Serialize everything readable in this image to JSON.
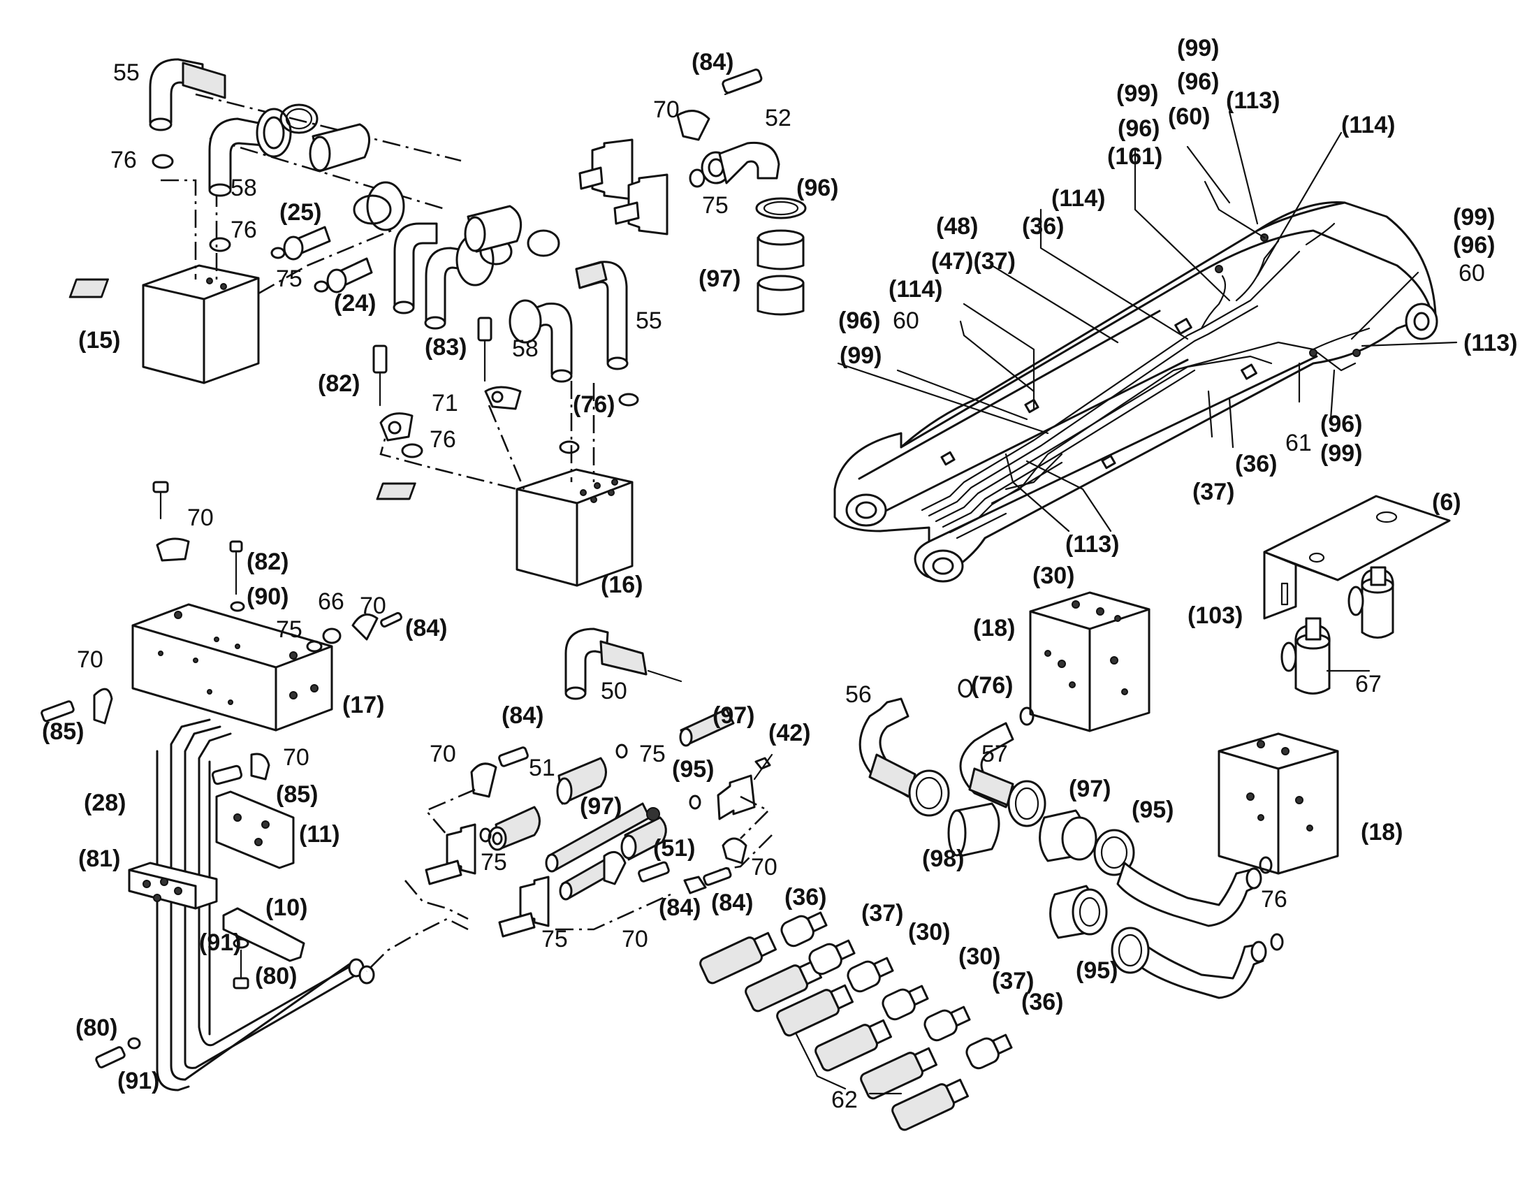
{
  "callouts": [
    {
      "id": "c1",
      "text": "55"
    },
    {
      "id": "c2",
      "text": "76"
    },
    {
      "id": "c3",
      "text": "58"
    },
    {
      "id": "c4",
      "text": "(25)"
    },
    {
      "id": "c5",
      "text": "76"
    },
    {
      "id": "c6",
      "text": "75"
    },
    {
      "id": "c7",
      "text": "(24)"
    },
    {
      "id": "c8",
      "text": "(15)"
    },
    {
      "id": "c9",
      "text": "(84)"
    },
    {
      "id": "c10",
      "text": "70"
    },
    {
      "id": "c11",
      "text": "52"
    },
    {
      "id": "c12",
      "text": "75"
    },
    {
      "id": "c13",
      "text": "(96)"
    },
    {
      "id": "c14",
      "text": "(97)"
    },
    {
      "id": "c15",
      "text": "55"
    },
    {
      "id": "c16",
      "text": "58"
    },
    {
      "id": "c17",
      "text": "(83)"
    },
    {
      "id": "c18",
      "text": "(82)"
    },
    {
      "id": "c19",
      "text": "71"
    },
    {
      "id": "c20",
      "text": "(76)"
    },
    {
      "id": "c21",
      "text": "76"
    },
    {
      "id": "c22",
      "text": "(16)"
    },
    {
      "id": "c23",
      "text": "(99)"
    },
    {
      "id": "c24",
      "text": "(96)"
    },
    {
      "id": "c25",
      "text": "(99)"
    },
    {
      "id": "c26",
      "text": "(113)"
    },
    {
      "id": "c27",
      "text": "(96)"
    },
    {
      "id": "c28",
      "text": "(60)"
    },
    {
      "id": "c29",
      "text": "(161)"
    },
    {
      "id": "c30",
      "text": "(114)"
    },
    {
      "id": "c31",
      "text": "(114)"
    },
    {
      "id": "c32",
      "text": "(48)"
    },
    {
      "id": "c33",
      "text": "(36)"
    },
    {
      "id": "c34",
      "text": "(47)(37)"
    },
    {
      "id": "c35",
      "text": "(114)"
    },
    {
      "id": "c36",
      "text": "(96)"
    },
    {
      "id": "c37",
      "text": "60"
    },
    {
      "id": "c38",
      "text": "(99)"
    },
    {
      "id": "c39",
      "text": "(99)"
    },
    {
      "id": "c40",
      "text": "(96)"
    },
    {
      "id": "c41",
      "text": "60"
    },
    {
      "id": "c42",
      "text": "(113)"
    },
    {
      "id": "c43",
      "text": "(96)"
    },
    {
      "id": "c44",
      "text": "61"
    },
    {
      "id": "c45",
      "text": "(99)"
    },
    {
      "id": "c46",
      "text": "(36)"
    },
    {
      "id": "c47",
      "text": "(37)"
    },
    {
      "id": "c48",
      "text": "(113)"
    },
    {
      "id": "c49",
      "text": "(30)"
    },
    {
      "id": "c50",
      "text": "(6)"
    },
    {
      "id": "c51",
      "text": "(103)"
    },
    {
      "id": "c52",
      "text": "67"
    },
    {
      "id": "c53",
      "text": "(18)"
    },
    {
      "id": "c54",
      "text": "56"
    },
    {
      "id": "c55",
      "text": "(76)"
    },
    {
      "id": "c56",
      "text": "57"
    },
    {
      "id": "c57",
      "text": "(97)"
    },
    {
      "id": "c58",
      "text": "(95)"
    },
    {
      "id": "c59",
      "text": "(18)"
    },
    {
      "id": "c60",
      "text": "(98)"
    },
    {
      "id": "c61",
      "text": "76"
    },
    {
      "id": "c62",
      "text": "(95)"
    },
    {
      "id": "c63",
      "text": "70"
    },
    {
      "id": "c64",
      "text": "(82)"
    },
    {
      "id": "c65",
      "text": "(90)"
    },
    {
      "id": "c66",
      "text": "66"
    },
    {
      "id": "c67",
      "text": "75"
    },
    {
      "id": "c68",
      "text": "70"
    },
    {
      "id": "c69",
      "text": "(84)"
    },
    {
      "id": "c70",
      "text": "70"
    },
    {
      "id": "c71",
      "text": "(85)"
    },
    {
      "id": "c72",
      "text": "(17)"
    },
    {
      "id": "c73",
      "text": "70"
    },
    {
      "id": "c74",
      "text": "(85)"
    },
    {
      "id": "c75",
      "text": "(28)"
    },
    {
      "id": "c76",
      "text": "(11)"
    },
    {
      "id": "c77",
      "text": "(81)"
    },
    {
      "id": "c78",
      "text": "(10)"
    },
    {
      "id": "c79",
      "text": "(91)"
    },
    {
      "id": "c80",
      "text": "(80)"
    },
    {
      "id": "c81",
      "text": "(80)"
    },
    {
      "id": "c82",
      "text": "(91)"
    },
    {
      "id": "c83",
      "text": "50"
    },
    {
      "id": "c84",
      "text": "(84)"
    },
    {
      "id": "c85",
      "text": "(97)"
    },
    {
      "id": "c86",
      "text": "(42)"
    },
    {
      "id": "c87",
      "text": "70"
    },
    {
      "id": "c88",
      "text": "51"
    },
    {
      "id": "c89",
      "text": "75"
    },
    {
      "id": "c90",
      "text": "(95)"
    },
    {
      "id": "c91",
      "text": "(97)"
    },
    {
      "id": "c92",
      "text": "(51)"
    },
    {
      "id": "c93",
      "text": "75"
    },
    {
      "id": "c94",
      "text": "70"
    },
    {
      "id": "c95",
      "text": "75"
    },
    {
      "id": "c96",
      "text": "70"
    },
    {
      "id": "c97",
      "text": "(84)"
    },
    {
      "id": "c98",
      "text": "(84)"
    },
    {
      "id": "c99",
      "text": "(36)"
    },
    {
      "id": "c100",
      "text": "(37)"
    },
    {
      "id": "c101",
      "text": "(30)"
    },
    {
      "id": "c102",
      "text": "(30)"
    },
    {
      "id": "c103",
      "text": "(37)"
    },
    {
      "id": "c104",
      "text": "(36)"
    },
    {
      "id": "c105",
      "text": "62"
    }
  ]
}
